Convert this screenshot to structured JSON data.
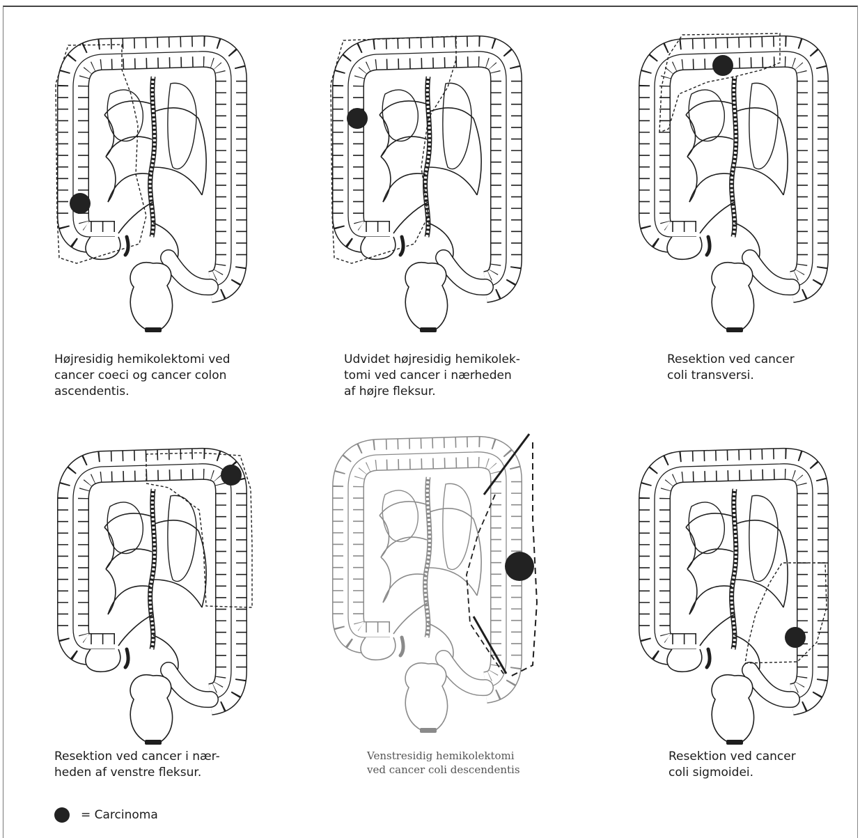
{
  "panels": [
    {
      "id": "p1",
      "caption": [
        "Højresidig hemikolektomi ved",
        "cancer coeci og cancer colon",
        "ascendentis."
      ],
      "tumor": "cecum",
      "resection": "right"
    },
    {
      "id": "p2",
      "caption": [
        "Udvidet højresidig hemikolek-",
        "tomi ved cancer i nærheden",
        "af højre fleksur."
      ],
      "tumor": "hepatic-flexure",
      "resection": "extended-right"
    },
    {
      "id": "p3",
      "caption": [
        "Resektion ved cancer",
        "coli transversi."
      ],
      "tumor": "transverse",
      "resection": "transverse"
    },
    {
      "id": "p4",
      "caption": [
        "Resektion ved cancer i nær-",
        "heden af venstre fleksur."
      ],
      "tumor": "splenic-flexure",
      "resection": "splenic"
    },
    {
      "id": "p5",
      "caption": [
        "Venstresidig hemikolektomi",
        "ved cancer coli descendentis"
      ],
      "tumor": "descending",
      "resection": "left"
    },
    {
      "id": "p6",
      "caption": [
        "Resektion ved cancer",
        "coli sigmoidei."
      ],
      "tumor": "sigmoid",
      "resection": "sigmoid"
    }
  ],
  "legend": {
    "label": "= Carcinoma"
  },
  "colors": {
    "ink": "#1e1e1e",
    "tumor": "#222222",
    "faint": "#8a8a8a"
  }
}
